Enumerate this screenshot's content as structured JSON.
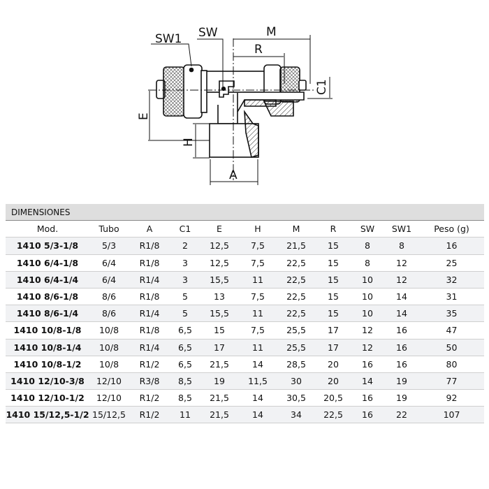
{
  "drawing": {
    "labels": {
      "sw1": "SW1",
      "sw": "SW",
      "m": "M",
      "r": "R",
      "c1": "C1",
      "e": "E",
      "h": "H",
      "a": "A"
    }
  },
  "table": {
    "title": "DIMENSIONES",
    "headers": [
      "Mod.",
      "Tubo",
      "A",
      "C1",
      "E",
      "H",
      "M",
      "R",
      "SW",
      "SW1",
      "Peso (g)"
    ],
    "rows": [
      [
        "1410 5/3-1/8",
        "5/3",
        "R1/8",
        "2",
        "12,5",
        "7,5",
        "21,5",
        "15",
        "8",
        "8",
        "16"
      ],
      [
        "1410 6/4-1/8",
        "6/4",
        "R1/8",
        "3",
        "12,5",
        "7,5",
        "22,5",
        "15",
        "8",
        "12",
        "25"
      ],
      [
        "1410 6/4-1/4",
        "6/4",
        "R1/4",
        "3",
        "15,5",
        "11",
        "22,5",
        "15",
        "10",
        "12",
        "32"
      ],
      [
        "1410 8/6-1/8",
        "8/6",
        "R1/8",
        "5",
        "13",
        "7,5",
        "22,5",
        "15",
        "10",
        "14",
        "31"
      ],
      [
        "1410 8/6-1/4",
        "8/6",
        "R1/4",
        "5",
        "15,5",
        "11",
        "22,5",
        "15",
        "10",
        "14",
        "35"
      ],
      [
        "1410 10/8-1/8",
        "10/8",
        "R1/8",
        "6,5",
        "15",
        "7,5",
        "25,5",
        "17",
        "12",
        "16",
        "47"
      ],
      [
        "1410 10/8-1/4",
        "10/8",
        "R1/4",
        "6,5",
        "17",
        "11",
        "25,5",
        "17",
        "12",
        "16",
        "50"
      ],
      [
        "1410 10/8-1/2",
        "10/8",
        "R1/2",
        "6,5",
        "21,5",
        "14",
        "28,5",
        "20",
        "16",
        "16",
        "80"
      ],
      [
        "1410 12/10-3/8",
        "12/10",
        "R3/8",
        "8,5",
        "19",
        "11,5",
        "30",
        "20",
        "14",
        "19",
        "77"
      ],
      [
        "1410 12/10-1/2",
        "12/10",
        "R1/2",
        "8,5",
        "21,5",
        "14",
        "30,5",
        "20,5",
        "16",
        "19",
        "92"
      ],
      [
        "1410 15/12,5-1/2",
        "15/12,5",
        "R1/2",
        "11",
        "21,5",
        "14",
        "34",
        "22,5",
        "16",
        "22",
        "107"
      ]
    ]
  }
}
